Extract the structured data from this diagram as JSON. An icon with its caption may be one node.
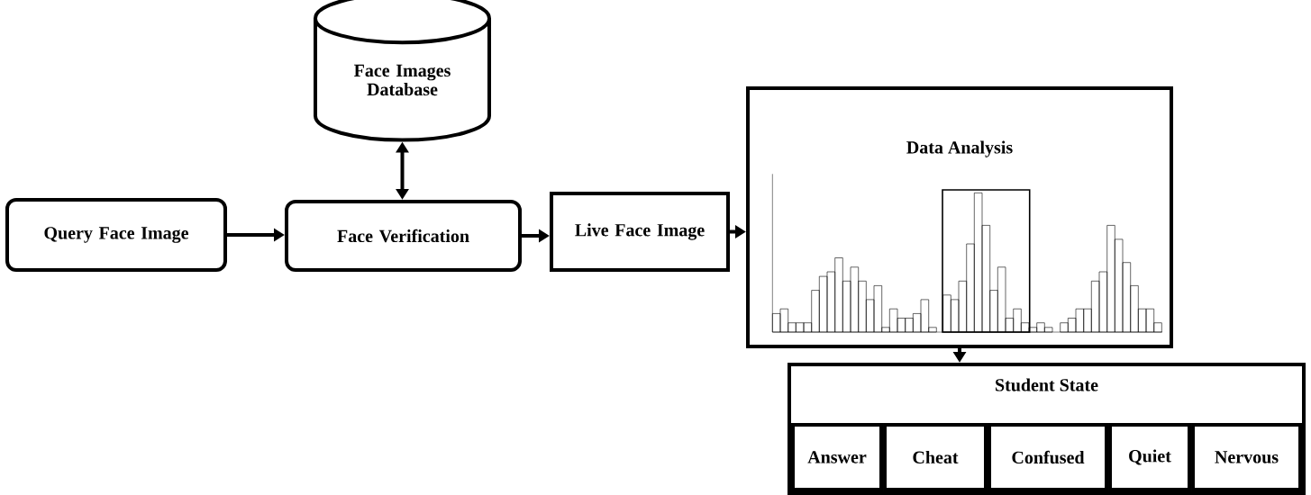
{
  "diagram": {
    "nodes": [
      {
        "text": [
          "Query Face Image"
        ]
      },
      {
        "text": [
          "Face Verification"
        ]
      },
      {
        "text": [
          "Face Images Database"
        ]
      },
      {
        "text": [
          "Live Face Image"
        ]
      },
      {
        "text": [
          "Data Analysis"
        ]
      },
      {
        "text": [
          "Student State"
        ]
      },
      {
        "text": [
          "Answer"
        ],
        "in": 5
      },
      {
        "text": [
          "Cheat"
        ],
        "in": 5
      },
      {
        "text": [
          "Confused"
        ],
        "in": 5
      },
      {
        "text": [
          "Quiet"
        ],
        "in": 5
      },
      {
        "text": [
          "Nervous"
        ],
        "in": 5
      }
    ],
    "edges": [
      {
        "from": 0,
        "to": 1,
        "arrow": "to"
      },
      {
        "from": 2,
        "to": 1,
        "arrow": "both"
      },
      {
        "from": 1,
        "to": 3,
        "arrow": "to"
      },
      {
        "from": 3,
        "to": 4,
        "arrow": "to"
      },
      {
        "from": 4,
        "to": 5,
        "arrow": "to"
      }
    ]
  }
}
